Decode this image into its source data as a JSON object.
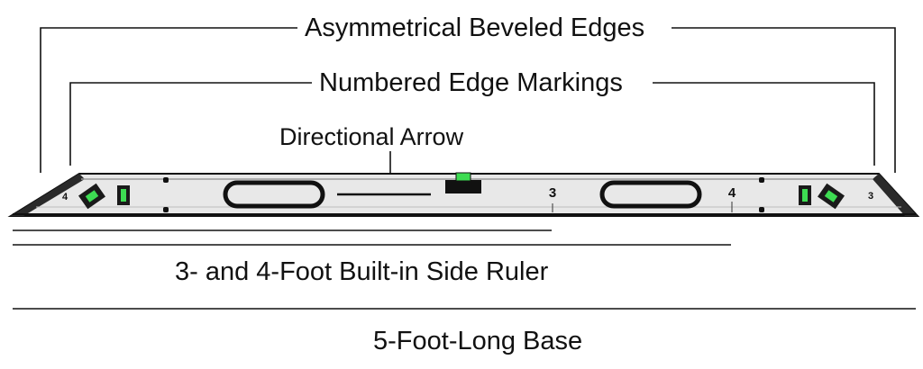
{
  "labels": {
    "beveled_edges": "Asymmetrical Beveled Edges",
    "edge_markings": "Numbered Edge Markings",
    "directional_arrow": "Directional Arrow",
    "side_ruler": "3- and 4-Foot Built-in Side Ruler",
    "base": "5-Foot-Long Base"
  },
  "level_marks": {
    "left_end": "4",
    "mark_3": "3",
    "mark_4": "4",
    "right_end": "3"
  },
  "colors": {
    "vial_green": "#3ddc52",
    "body": "#ececec",
    "outline": "#111111"
  }
}
